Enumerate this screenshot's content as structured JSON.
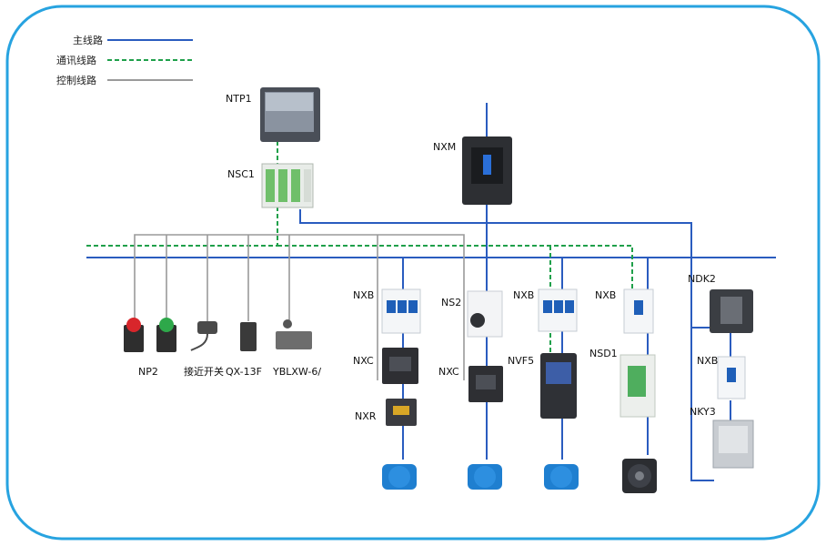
{
  "legend": {
    "main": "主线路",
    "comm": "通讯线路",
    "control": "控制线路"
  },
  "colors": {
    "frame": "#27a3e0",
    "main_line": "#2a5cbf",
    "comm_line": "#1fa04a",
    "control_line": "#9a9a9a",
    "motor": "#1f7fd0"
  },
  "labels": {
    "ntp1": "NTP1",
    "nsc1": "NSC1",
    "nxm": "NXM",
    "np2": "NP2",
    "sensor": "接近开关",
    "qx": "QX-13F",
    "yblxw": "YBLXW-6/",
    "ndk2": "NDK2",
    "nkx3": "NKY3",
    "nxb": "NXB",
    "ns2": "NS2",
    "nxc": "NXC",
    "nxr": "NXR",
    "nvf5": "NVF5",
    "nsd1": "NSD1"
  }
}
